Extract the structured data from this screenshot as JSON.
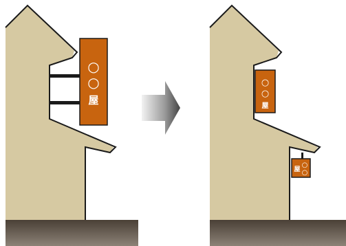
{
  "before": {
    "sign_lines": [
      "○",
      "○",
      "屋"
    ]
  },
  "after": {
    "upper_sign_lines": [
      "○",
      "○",
      "屋"
    ],
    "lower_sign_text_left": "屋",
    "lower_sign_text_right": [
      "○",
      "○"
    ]
  },
  "arrow": {
    "icon": "arrow-right-icon",
    "direction": "right"
  },
  "colors": {
    "wall": "#d6c9a2",
    "sign": "#c8640f",
    "ground_top": "#4a4036",
    "ground_bottom": "#8c8277",
    "outline": "#1a1a1a"
  }
}
